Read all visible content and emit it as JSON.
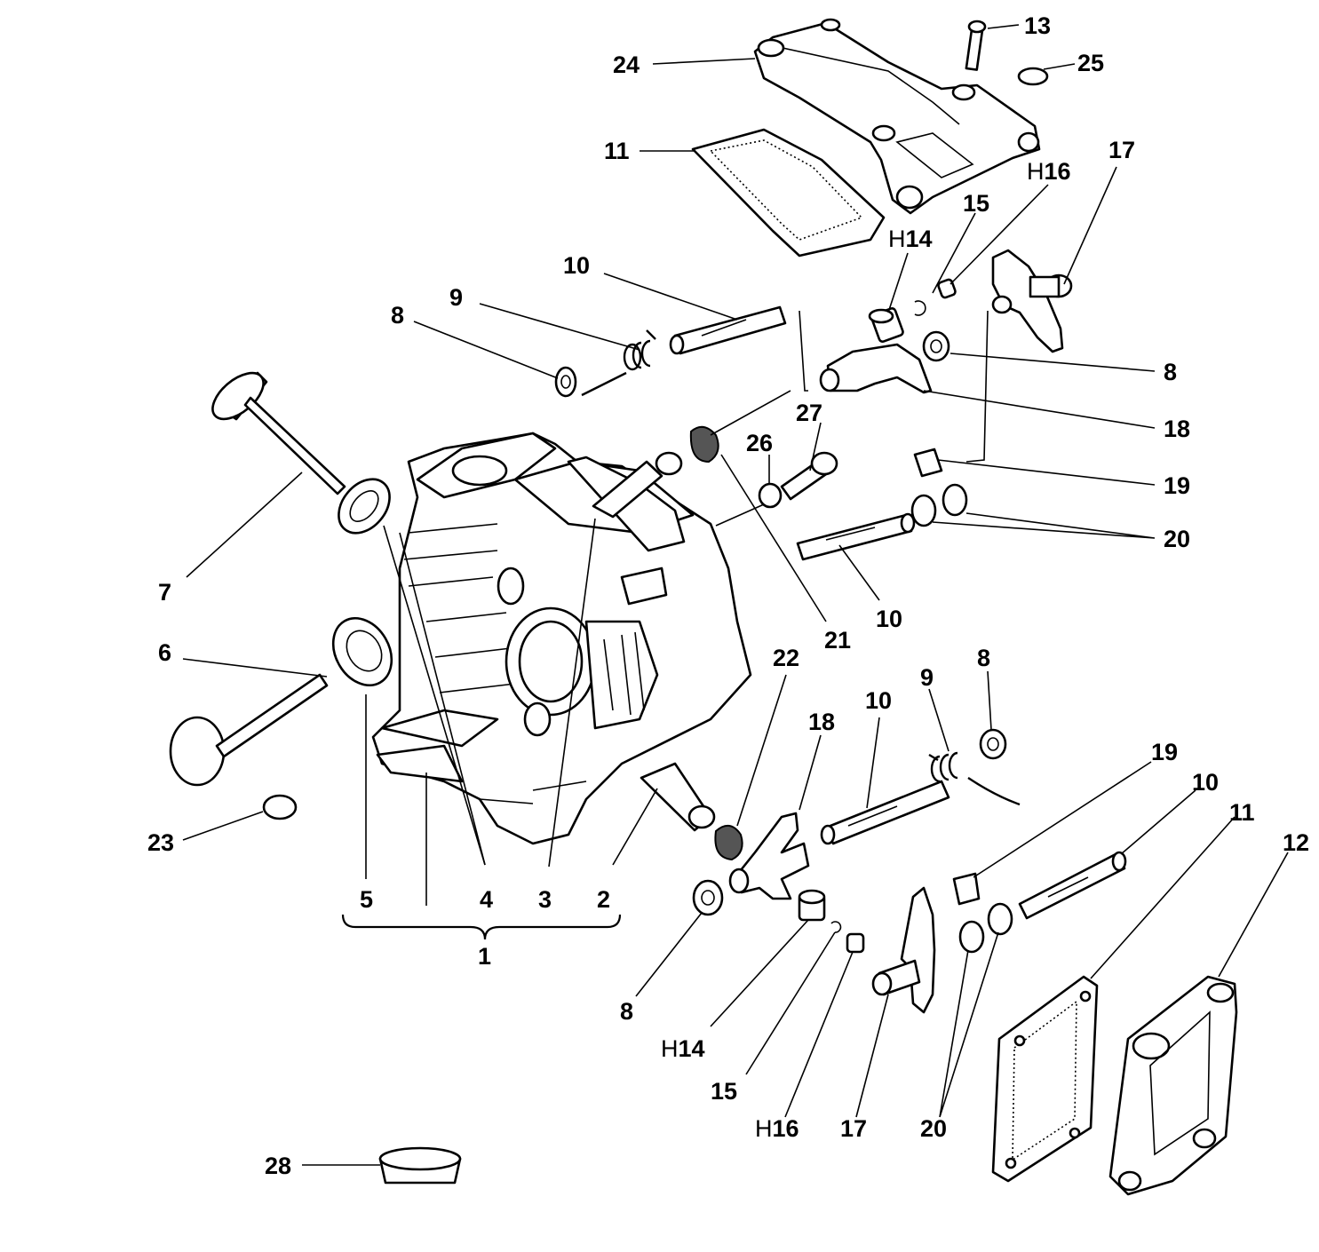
{
  "diagram": {
    "labels": [
      {
        "id": "l13",
        "text": "13"
      },
      {
        "id": "l25",
        "text": "25"
      },
      {
        "id": "l24",
        "text": "24"
      },
      {
        "id": "l11a",
        "text": "11"
      },
      {
        "id": "l17a",
        "text": "17"
      },
      {
        "id": "lH16a",
        "prefix": "H",
        "text": "16"
      },
      {
        "id": "l15a",
        "text": "15"
      },
      {
        "id": "lH14a",
        "prefix": "H",
        "text": "14"
      },
      {
        "id": "l10a",
        "text": "10"
      },
      {
        "id": "l9a",
        "text": "9"
      },
      {
        "id": "l8a",
        "text": "8"
      },
      {
        "id": "l8b",
        "text": "8"
      },
      {
        "id": "l18a",
        "text": "18"
      },
      {
        "id": "l27",
        "text": "27"
      },
      {
        "id": "l26",
        "text": "26"
      },
      {
        "id": "l19a",
        "text": "19"
      },
      {
        "id": "l20a",
        "text": "20"
      },
      {
        "id": "l7",
        "text": "7"
      },
      {
        "id": "l10b",
        "text": "10"
      },
      {
        "id": "l21",
        "text": "21"
      },
      {
        "id": "l6",
        "text": "6"
      },
      {
        "id": "l22",
        "text": "22"
      },
      {
        "id": "l8c",
        "text": "8"
      },
      {
        "id": "l10c",
        "text": "10"
      },
      {
        "id": "l9b",
        "text": "9"
      },
      {
        "id": "l18b",
        "text": "18"
      },
      {
        "id": "l19b",
        "text": "19"
      },
      {
        "id": "l10d",
        "text": "10"
      },
      {
        "id": "l11b",
        "text": "11"
      },
      {
        "id": "l12",
        "text": "12"
      },
      {
        "id": "l23",
        "text": "23"
      },
      {
        "id": "l5",
        "text": "5"
      },
      {
        "id": "l4",
        "text": "4"
      },
      {
        "id": "l3",
        "text": "3"
      },
      {
        "id": "l2",
        "text": "2"
      },
      {
        "id": "l1",
        "text": "1"
      },
      {
        "id": "l8d",
        "text": "8"
      },
      {
        "id": "lH14b",
        "prefix": "H",
        "text": "14"
      },
      {
        "id": "l15b",
        "text": "15"
      },
      {
        "id": "lH16b",
        "prefix": "H",
        "text": "16"
      },
      {
        "id": "l17b",
        "text": "17"
      },
      {
        "id": "l20b",
        "text": "20"
      },
      {
        "id": "l28",
        "text": "28"
      }
    ]
  }
}
